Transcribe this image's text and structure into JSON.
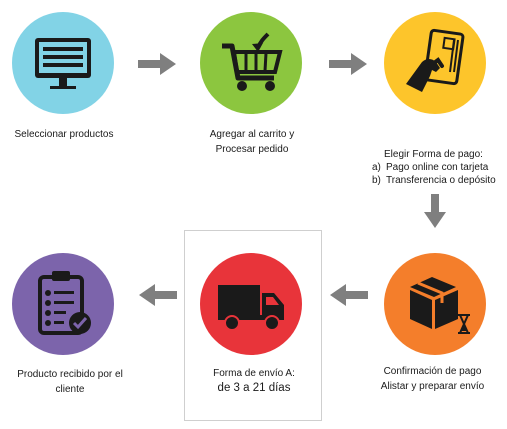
{
  "colors": {
    "step1": "#82d3e6",
    "step2": "#8cc63f",
    "step3": "#fdc52b",
    "step4": "#f47e2b",
    "step5": "#e8343a",
    "step6": "#7c64ab",
    "arrow": "#7f7f7f",
    "icon_dark": "#1a1a1a"
  },
  "icons": {
    "step1": "monitor-icon",
    "step2": "shopping-cart-icon",
    "step3": "card-in-hand-icon",
    "step4": "package-hourglass-icon",
    "step5": "delivery-truck-icon",
    "step6": "clipboard-check-icon"
  },
  "steps": [
    {
      "text": "Seleccionar productos"
    },
    {
      "line1": "Agregar al carrito y",
      "line2": "Procesar pedido"
    },
    {
      "title": "Elegir Forma de pago:",
      "options": [
        {
          "key": "a)",
          "text": "Pago online con tarjeta"
        },
        {
          "key": "b)",
          "text": "Transferencia o depósito"
        }
      ]
    },
    {
      "line1": "Confirmación de pago",
      "line2": "Alistar y preparar envío"
    },
    {
      "line1": "Forma de envío A:",
      "line2": "de 3 a 21 días"
    },
    {
      "line1": "Producto recibido por el",
      "line2": "cliente"
    }
  ]
}
